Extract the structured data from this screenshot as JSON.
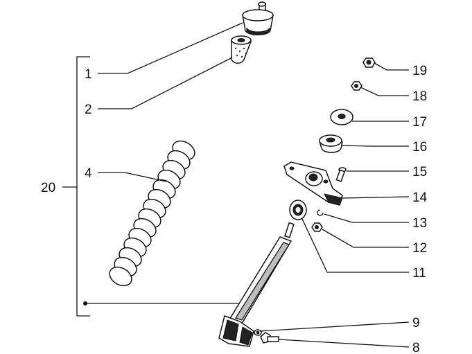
{
  "diagram": {
    "labels": {
      "p1": "1",
      "p2": "2",
      "p4": "4",
      "p8": "8",
      "p9": "9",
      "p11": "11",
      "p12": "12",
      "p13": "13",
      "p14": "14",
      "p15": "15",
      "p16": "16",
      "p17": "17",
      "p18": "18",
      "p19": "19",
      "p20": "20"
    }
  }
}
